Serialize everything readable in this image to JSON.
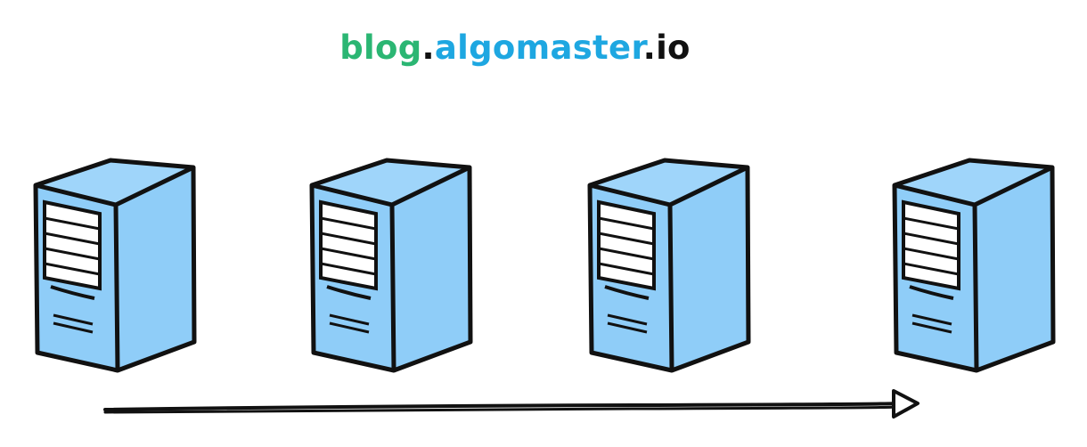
{
  "brand": {
    "part1": "blog",
    "dot1": ".",
    "part2": "algomaster",
    "dot2": ".",
    "part3": "io",
    "colors": {
      "part1": "#2bb673",
      "part2": "#1ea7e1",
      "dots": "#111111"
    }
  },
  "diagram": {
    "nodes": [
      {
        "icon": "server-icon"
      },
      {
        "icon": "server-icon"
      },
      {
        "icon": "server-icon"
      },
      {
        "icon": "server-icon"
      }
    ],
    "connector": {
      "icon": "arrow-right-icon",
      "direction": "left-to-right"
    },
    "colors": {
      "server_fill": "#8fcdf8",
      "outline": "#111111",
      "grille": "#ffffff"
    }
  }
}
